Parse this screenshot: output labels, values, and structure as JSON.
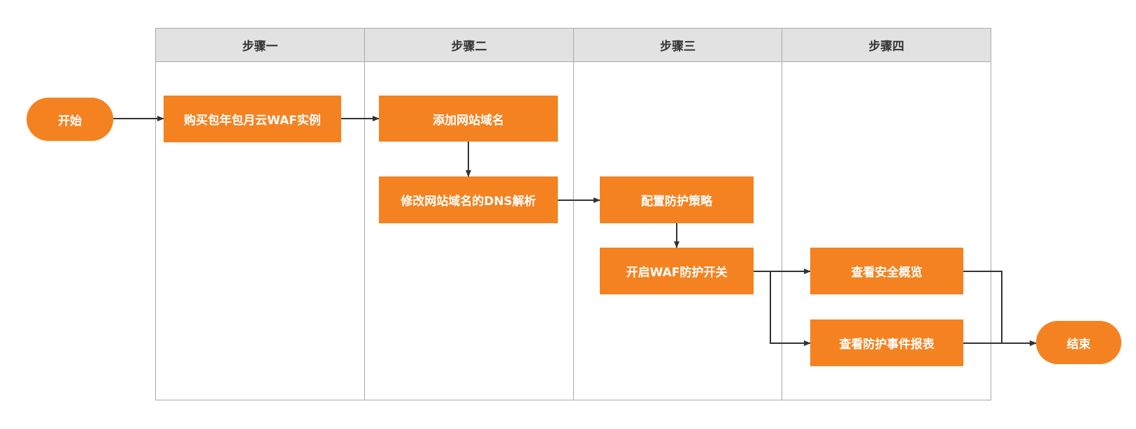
{
  "colors": {
    "node_fill": "#f58220",
    "node_text": "#ffffff",
    "header_fill": "#e2e2e2",
    "border": "#aaaaaa",
    "connector": "#333333"
  },
  "lanes": [
    {
      "title": "步骤一"
    },
    {
      "title": "步骤二"
    },
    {
      "title": "步骤三"
    },
    {
      "title": "步骤四"
    }
  ],
  "nodes": {
    "start": "开始",
    "buy_waf": "购买包年包月云WAF实例",
    "add_domain": "添加网站域名",
    "modify_dns": "修改网站域名的DNS解析",
    "config_policy": "配置防护策略",
    "enable_switch": "开启WAF防护开关",
    "view_overview": "查看安全概览",
    "view_report": "查看防护事件报表",
    "end": "结束"
  }
}
